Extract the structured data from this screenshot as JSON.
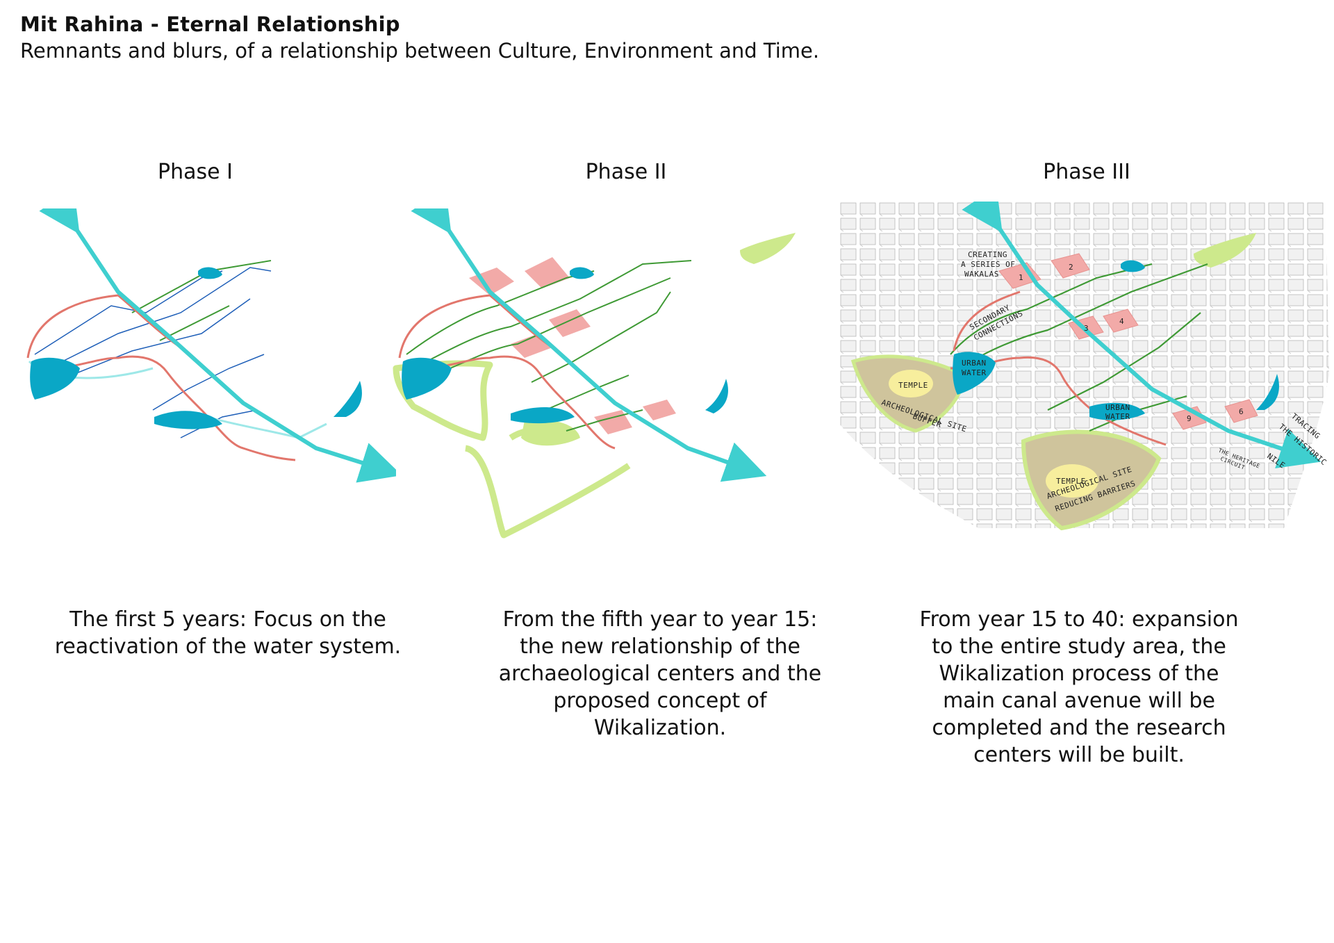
{
  "header": {
    "title": "Mit Rahina - Eternal Relationship",
    "subtitle": "Remnants and blurs, of a relationship between Culture, Environment and Time."
  },
  "phases": [
    {
      "label": "Phase I",
      "caption": "The first 5 years: Focus on the reactivation of the water system."
    },
    {
      "label": "Phase II",
      "caption": "From the fifth year to year 15: the new relationship of the archaeological centers and the proposed concept of Wikalization."
    },
    {
      "label": "Phase III",
      "caption": "From year 15 to 40: expansion to the entire study area, the Wikalization process of the main canal avenue will be completed and the research centers will be built."
    }
  ],
  "phase3_annotations": {
    "wakalas_line1": "CREATING",
    "wakalas_line2": "A SERIES OF",
    "wakalas_line3": "WAKALAS",
    "secondary1": "SECONDARY",
    "secondary2": "CONNECTIONS",
    "urban_water_a1": "URBAN",
    "urban_water_a2": "WATER",
    "urban_water_b1": "URBAN",
    "urban_water_b2": "WATER",
    "temple_a": "TEMPLE",
    "site_a1": "ARCHEOLOGICAL SITE",
    "site_a2": "BUFFER",
    "temple_b": "TEMPLE",
    "site_b1": "ARCHEOLOGICAL SITE",
    "site_b2": "REDUCING BARRIERS",
    "heritage1": "THE HERITAGE",
    "heritage2": "CIRCUIT",
    "tracing1": "TRACING",
    "tracing2": "THE HISTORIC",
    "nile": "NILE",
    "block_numbers": [
      "1",
      "2",
      "3",
      "4",
      "9",
      "6"
    ]
  },
  "colors": {
    "canal": "#3fcfcf",
    "water_body": "#0aa7c6",
    "heritage_route": "#e2766c",
    "secondary": "#3f9a35",
    "green_area": "#cde98c",
    "wakala": "#f2aaa8",
    "minor_water": "#1f5fb8"
  }
}
